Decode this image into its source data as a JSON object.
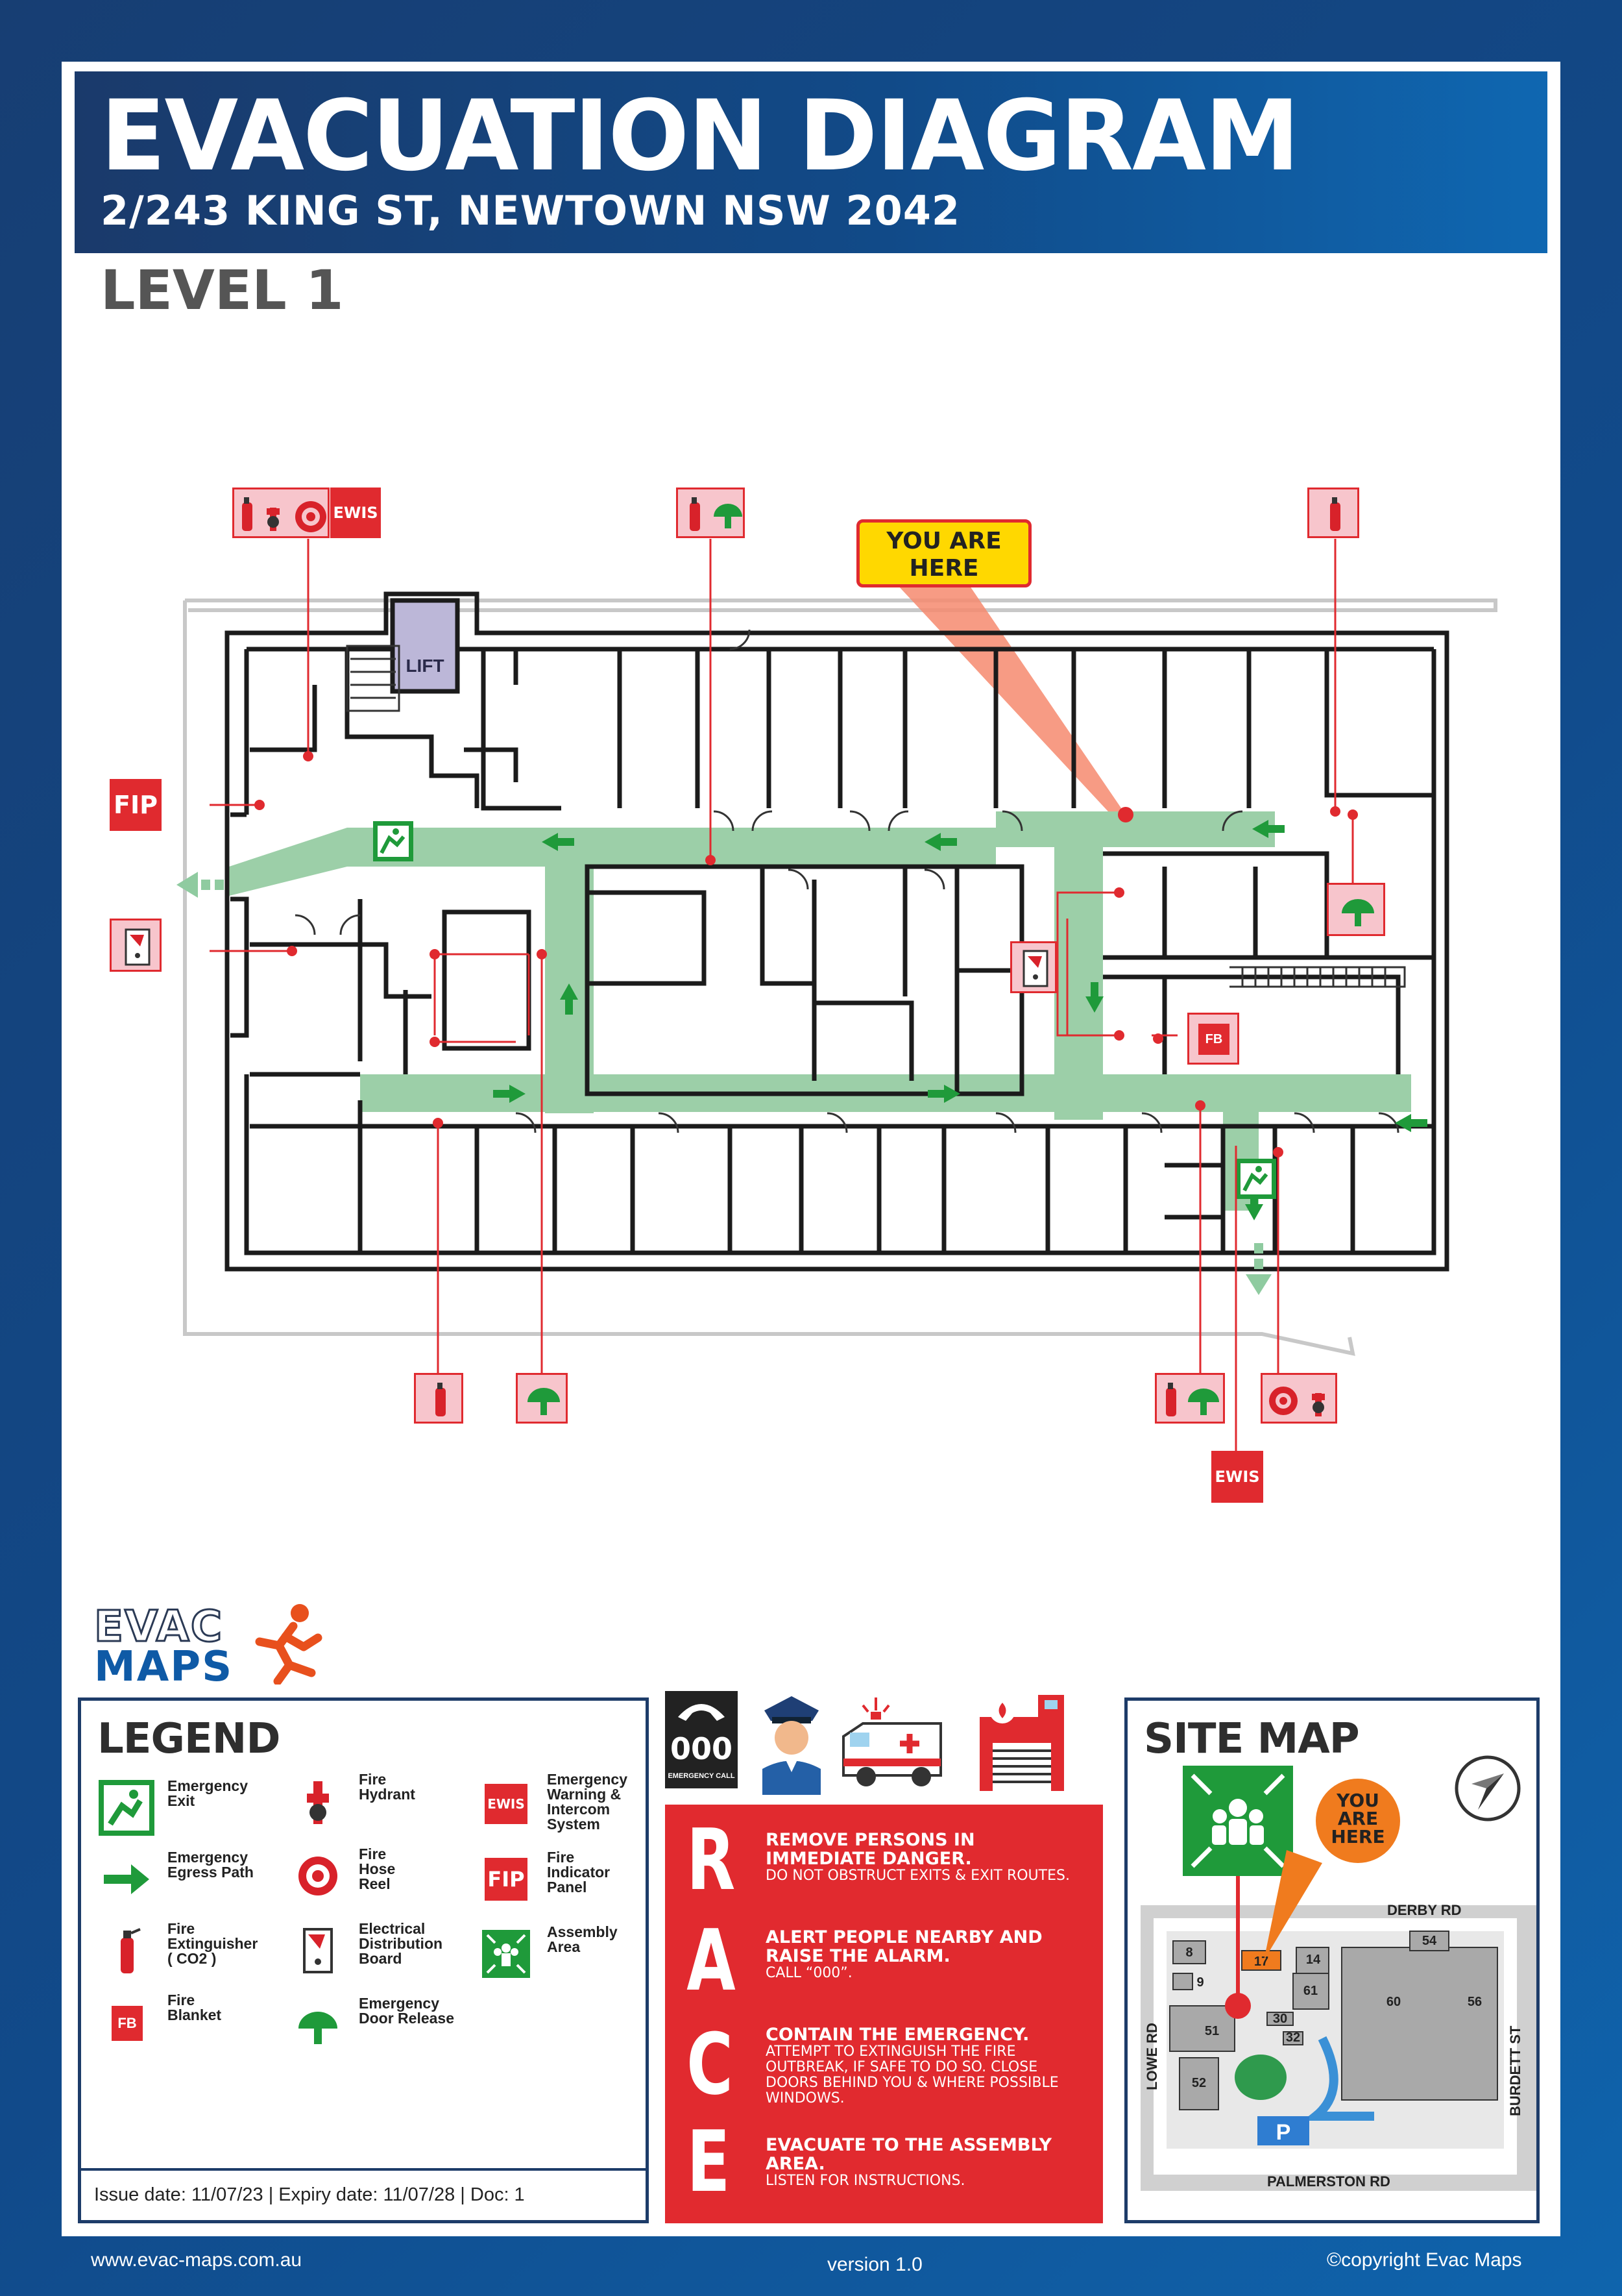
{
  "header": {
    "title": "EVACUATION DIAGRAM",
    "address": "2/243 KING ST, NEWTOWN NSW 2042",
    "level": "LEVEL 1"
  },
  "plan": {
    "lift_label": "LIFT",
    "you_are_here": "YOU ARE HERE",
    "fip_label": "FIP",
    "ewis_label": "EWIS",
    "fb_label": "FB"
  },
  "logo": {
    "line1": "EVAC",
    "line2": "MAPS"
  },
  "legend": {
    "title": "LEGEND",
    "items": [
      {
        "label": "Emergency Exit",
        "icon": "emergency-exit-icon"
      },
      {
        "label": "Emergency Egress Path",
        "icon": "egress-arrow-icon"
      },
      {
        "label": "Fire Extinguisher ( CO2 )",
        "icon": "fire-extinguisher-icon"
      },
      {
        "label": "Fire Blanket",
        "icon": "fire-blanket-icon"
      },
      {
        "label": "Fire Hydrant",
        "icon": "fire-hydrant-icon"
      },
      {
        "label": "Fire Hose Reel",
        "icon": "fire-hose-reel-icon"
      },
      {
        "label": "Electrical Distribution Board",
        "icon": "electrical-board-icon"
      },
      {
        "label": "Emergency Door Release",
        "icon": "door-release-icon"
      },
      {
        "label": "Emergency Warning & Intercom System",
        "icon": "ewis-icon"
      },
      {
        "label": "Fire Indicator Panel",
        "icon": "fip-icon"
      },
      {
        "label": "Assembly Area",
        "icon": "assembly-area-icon"
      }
    ],
    "issue": "Issue date: 11/07/23  |  Expiry date: 11/07/28  |  Doc: 1"
  },
  "race": {
    "call_number": "000",
    "call_caption": "EMERGENCY CALL",
    "steps": [
      {
        "letter": "R",
        "heading": "REMOVE PERSONS IN IMMEDIATE DANGER.",
        "detail": "DO NOT OBSTRUCT EXITS & EXIT ROUTES."
      },
      {
        "letter": "A",
        "heading": "ALERT PEOPLE NEARBY AND RAISE THE ALARM.",
        "detail": "CALL “000”."
      },
      {
        "letter": "C",
        "heading": "CONTAIN THE EMERGENCY.",
        "detail": "ATTEMPT TO EXTINGUISH THE FIRE OUTBREAK, IF SAFE TO DO SO. CLOSE DOORS BEHIND YOU & WHERE POSSIBLE WINDOWS."
      },
      {
        "letter": "E",
        "heading": "EVACUATE TO THE ASSEMBLY AREA.",
        "detail": "LISTEN FOR INSTRUCTIONS."
      }
    ]
  },
  "site_map": {
    "title": "SITE MAP",
    "you_are_here": "YOU ARE HERE",
    "roads": {
      "north": "DERBY RD",
      "south": "PALMERSTON RD",
      "west": "LOWE RD",
      "east": "BURDETT ST"
    },
    "buildings": [
      "8",
      "9",
      "17",
      "14",
      "54",
      "60",
      "56",
      "61",
      "51",
      "30",
      "32",
      "52"
    ],
    "parking": "P"
  },
  "footer": {
    "website": "www.evac-maps.com.au",
    "version": "version 1.0",
    "copyright": "copyright Evac Maps"
  },
  "colors": {
    "brand_blue": "#114a8a",
    "egress_green": "#8fcba0",
    "arrow_green": "#1f9a3a",
    "fire_red": "#e02a2f",
    "callout_pink": "#f7c5cc",
    "you_are_here_yellow": "#ffd800"
  }
}
